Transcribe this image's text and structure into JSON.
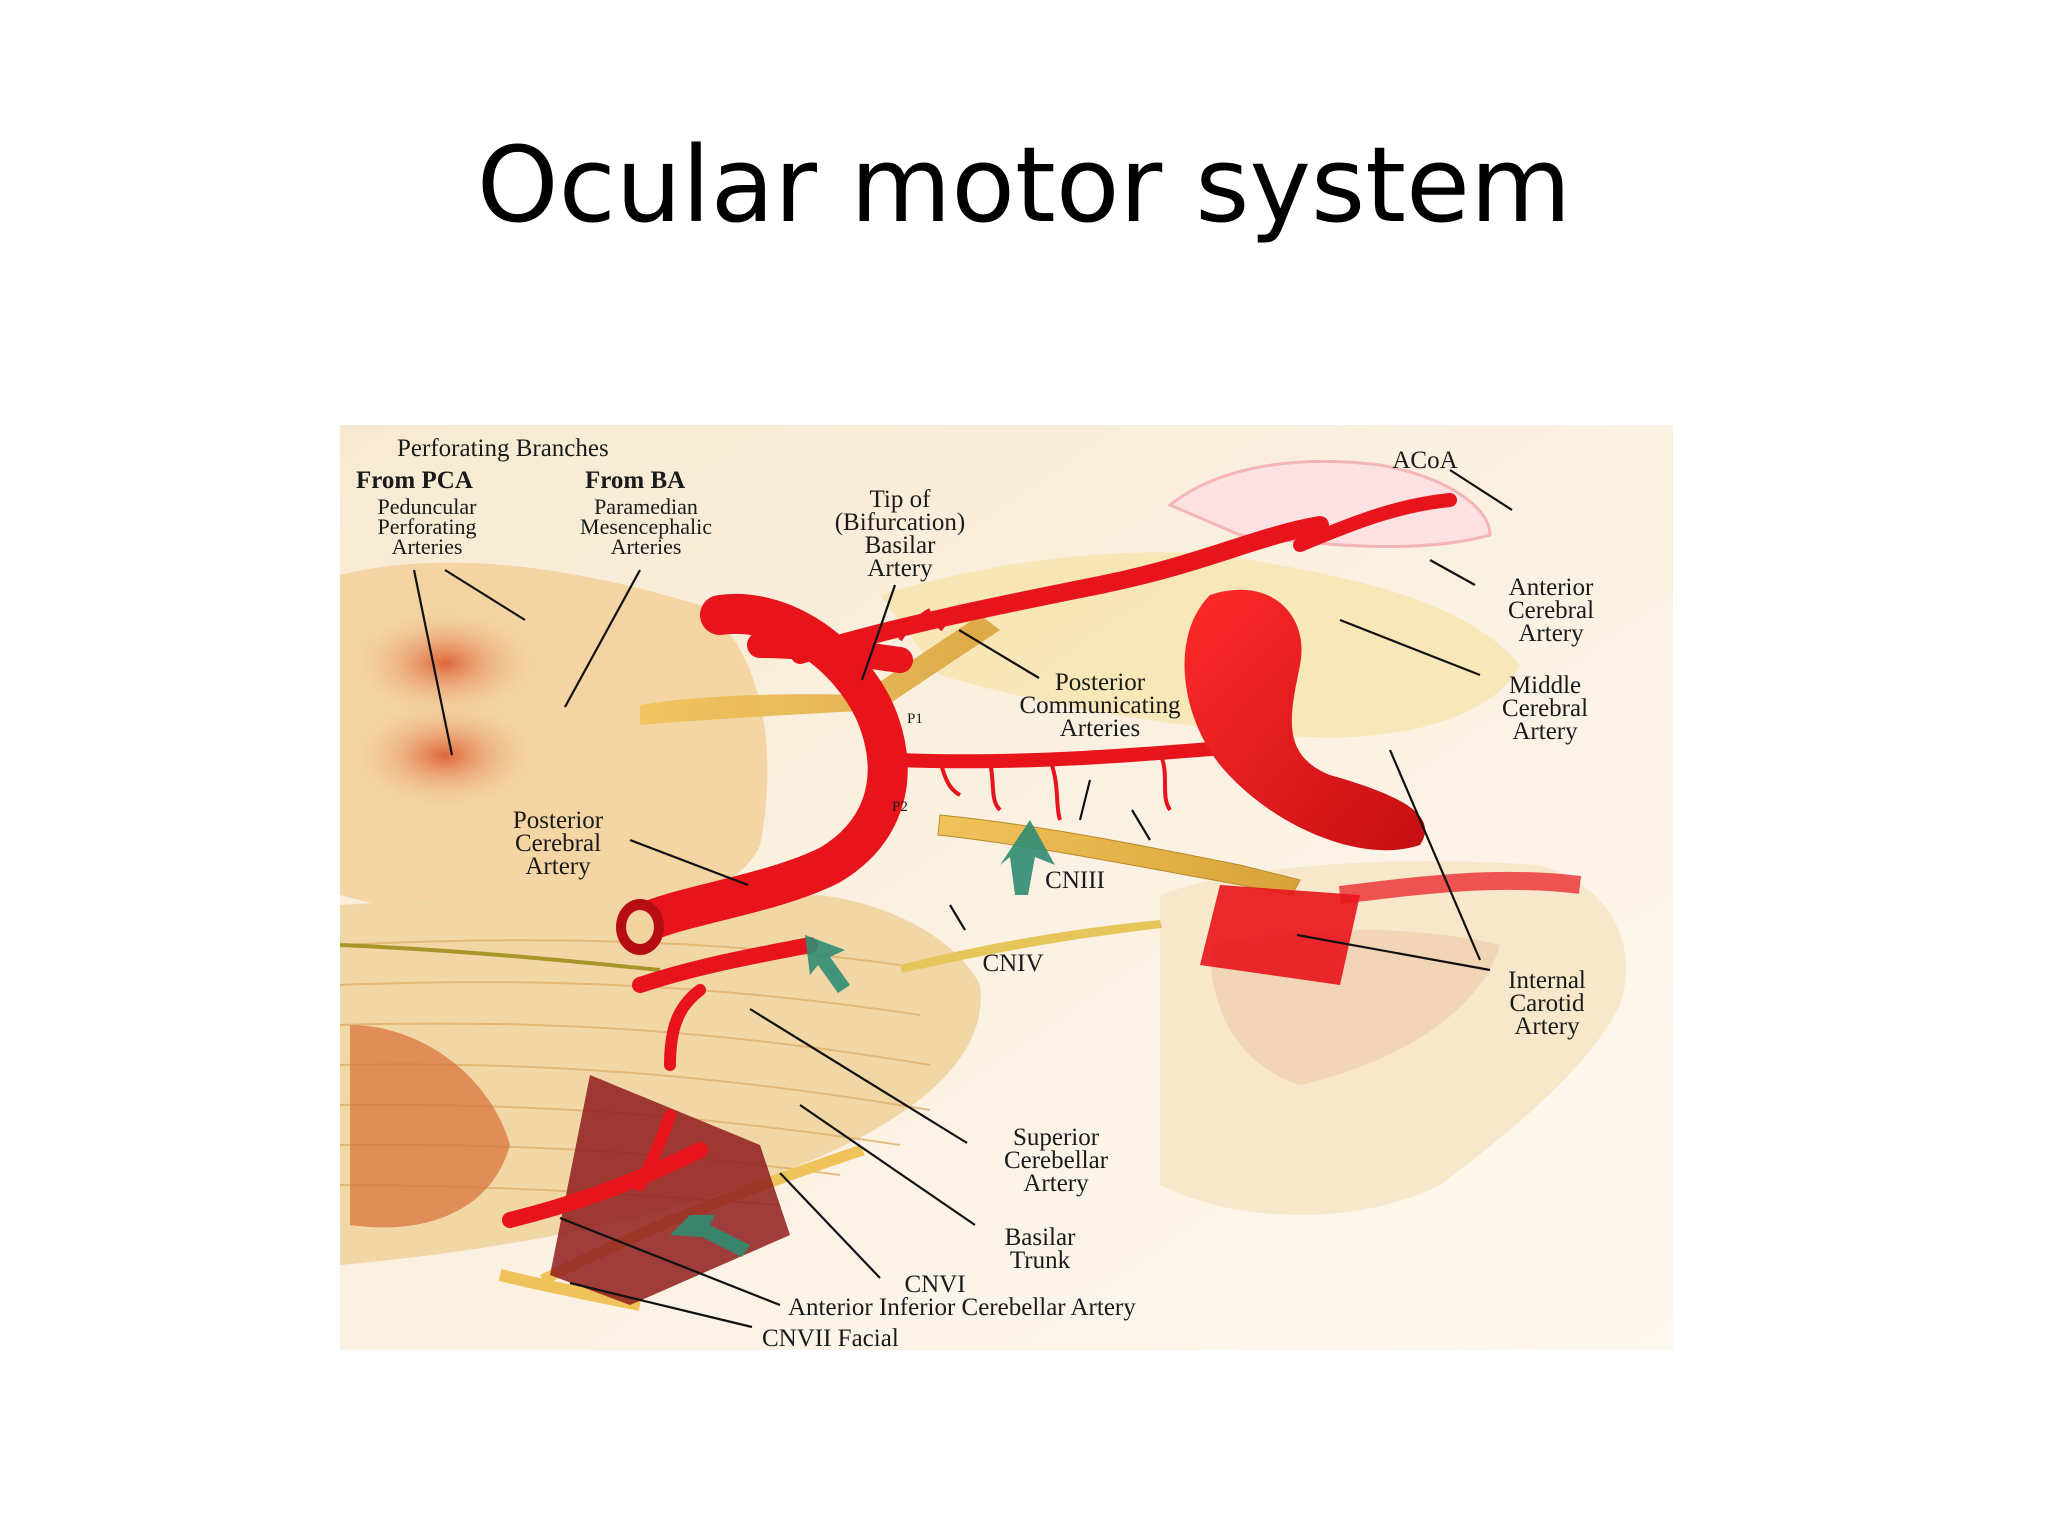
{
  "slide": {
    "title": "Ocular motor system"
  },
  "figure": {
    "labels": {
      "perforating_branches": "Perforating Branches",
      "from_pca": "From PCA",
      "from_ba": "From BA",
      "peduncular": [
        "Peduncular",
        "Perforating",
        "Arteries"
      ],
      "paramedian": [
        "Paramedian",
        "Mesencephalic",
        "Arteries"
      ],
      "tip_basilar": [
        "Tip of",
        "(Bifurcation)",
        "Basilar",
        "Artery"
      ],
      "acoa": "ACoA",
      "anterior_cerebral": [
        "Anterior",
        "Cerebral",
        "Artery"
      ],
      "middle_cerebral": [
        "Middle",
        "Cerebral",
        "Artery"
      ],
      "posterior_communicating": [
        "Posterior",
        "Communicating",
        "Arteries"
      ],
      "p1": "P1",
      "p2": "P2",
      "posterior_cerebral": [
        "Posterior",
        "Cerebral",
        "Artery"
      ],
      "cniii": "CNIII",
      "cniv": "CNIV",
      "internal_carotid": [
        "Internal",
        "Carotid",
        "Artery"
      ],
      "superior_cerebellar": [
        "Superior",
        "Cerebellar",
        "Artery"
      ],
      "basilar_trunk": [
        "Basilar",
        "Trunk"
      ],
      "cnvi": "CNVI",
      "aica": "Anterior Inferior Cerebellar Artery",
      "cnvii": "CNVII Facial"
    },
    "colors": {
      "artery": "#e8141c",
      "artery_dark": "#b50d12",
      "nerve": "#e3b243",
      "tissue": "#f2d9a8",
      "arrow": "#2f8c72"
    }
  }
}
